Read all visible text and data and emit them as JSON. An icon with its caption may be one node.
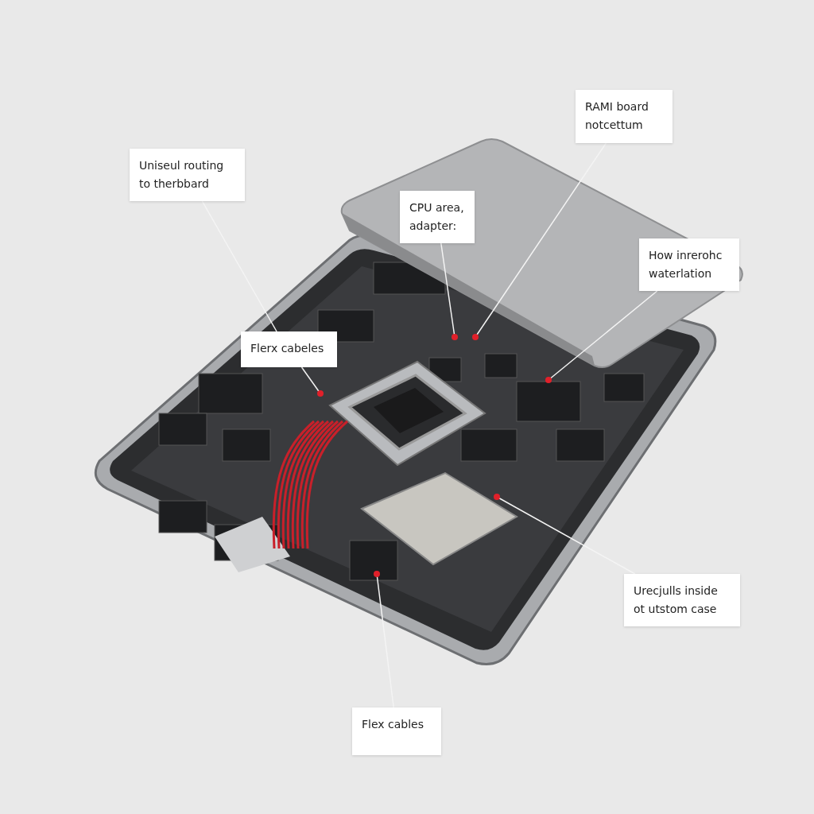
{
  "diagram": {
    "nodes": [
      {
        "text": [
          "Uniseul routing to therbbard"
        ]
      },
      {
        "text": [
          "RAMI board notcettum"
        ]
      },
      {
        "text": [
          "CPU area, adapter:"
        ]
      },
      {
        "text": [
          "How inrerohc waterlation"
        ]
      },
      {
        "text": [
          "Flerx cabeles"
        ]
      },
      {
        "text": [
          "Urecjulls inside ot utstom case"
        ]
      },
      {
        "text": [
          "Flex cables"
        ]
      }
    ],
    "edges": [
      {
        "from": 0,
        "to": 4,
        "arrow": "none"
      },
      {
        "from": 1,
        "to": null,
        "arrow": "other"
      },
      {
        "from": 2,
        "to": null,
        "arrow": "other"
      },
      {
        "from": 3,
        "to": null,
        "arrow": "other"
      },
      {
        "from": 4,
        "to": null,
        "arrow": "other"
      },
      {
        "from": 5,
        "to": null,
        "arrow": "other"
      },
      {
        "from": 6,
        "to": null,
        "arrow": "other"
      }
    ]
  }
}
